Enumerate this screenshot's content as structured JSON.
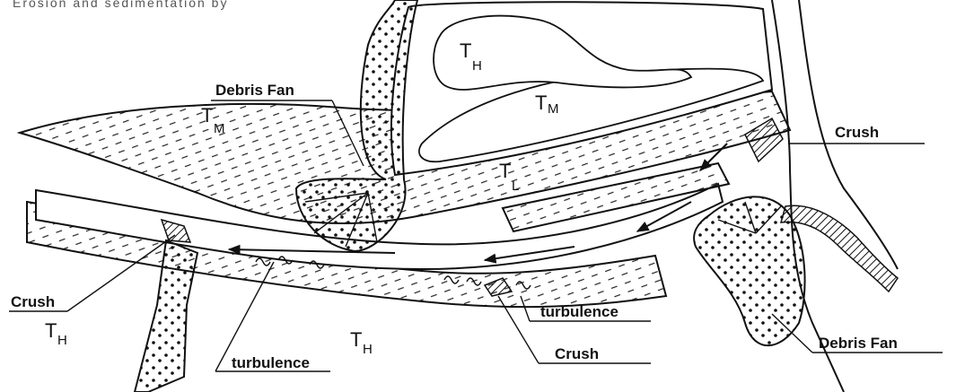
{
  "caption_partial": "Erosion and sedimentation by",
  "labels": {
    "debris_fan_top": "Debris Fan",
    "debris_fan_bottom": "Debris Fan",
    "crush_right": "Crush",
    "crush_left": "Crush",
    "crush_bottom": "Crush",
    "turbulence_right": "turbulence",
    "turbulence_bottom": "turbulence"
  },
  "units": {
    "th_top": {
      "main": "T",
      "sub": "H"
    },
    "tm_center": {
      "main": "T",
      "sub": "M"
    },
    "tm_left": {
      "main": "T",
      "sub": "M"
    },
    "tl": {
      "main": "T",
      "sub": "L"
    },
    "th_left": {
      "main": "T",
      "sub": "H"
    },
    "th_bottom": {
      "main": "T",
      "sub": "H"
    }
  }
}
